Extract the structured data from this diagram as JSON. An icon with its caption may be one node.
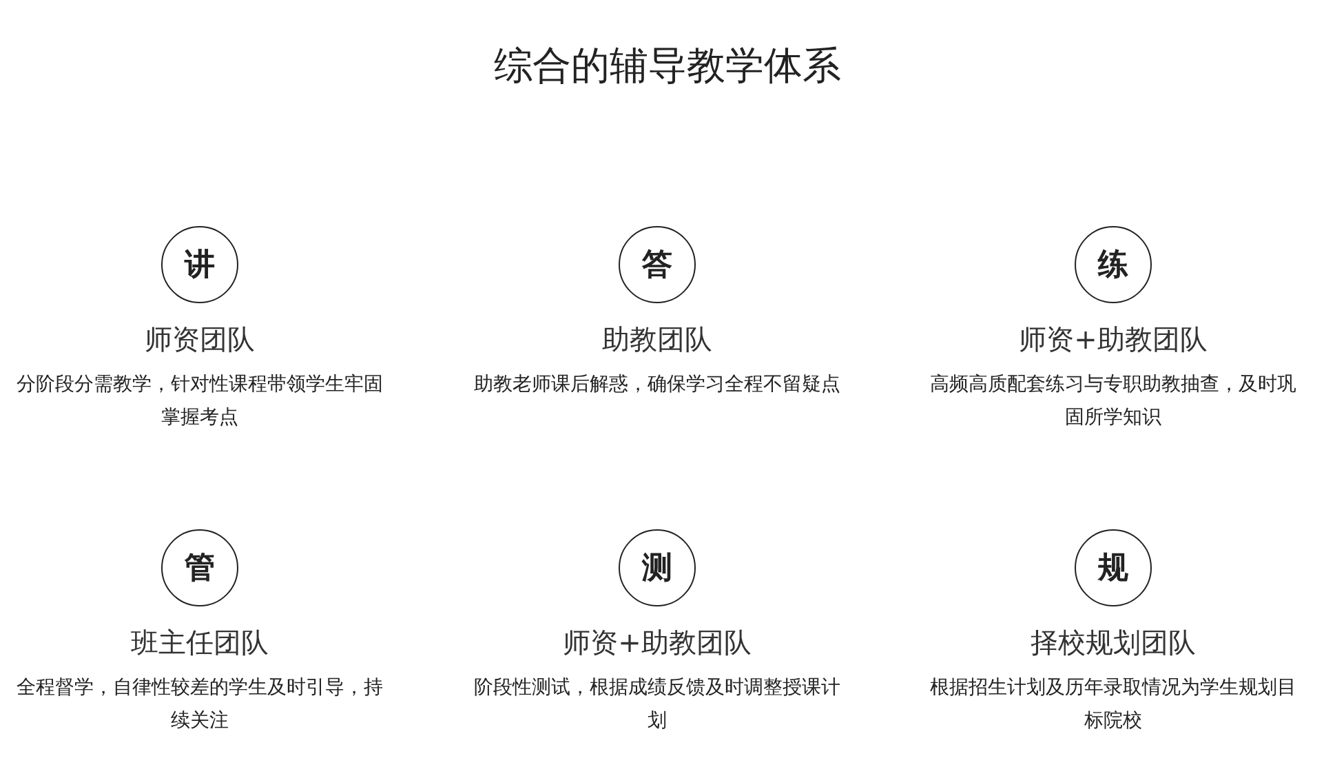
{
  "diagram": {
    "title": "综合的辅导教学体系",
    "nodes": [
      {
        "text": [
          "讲"
        ],
        "beside": [
          "师资团队",
          "分阶段分需教学，针对性课程带领学生牢固掌握考点"
        ]
      },
      {
        "text": [
          "答"
        ],
        "beside": [
          "助教团队",
          "助教老师课后解惑，确保学习全程不留疑点"
        ]
      },
      {
        "text": [
          "练"
        ],
        "beside": [
          "师资+助教团队",
          "高频高质配套练习与专职助教抽查，及时巩固所学知识"
        ]
      },
      {
        "text": [
          "管"
        ],
        "beside": [
          "班主任团队",
          "全程督学，自律性较差的学生及时引导，持续关注"
        ]
      },
      {
        "text": [
          "测"
        ],
        "beside": [
          "师资+助教团队",
          "阶段性测试，根据成绩反馈及时调整授课计划"
        ]
      },
      {
        "text": [
          "规"
        ],
        "beside": [
          "择校规划团队",
          "根据招生计划及历年录取情况为学生规划目标院校"
        ]
      }
    ]
  }
}
